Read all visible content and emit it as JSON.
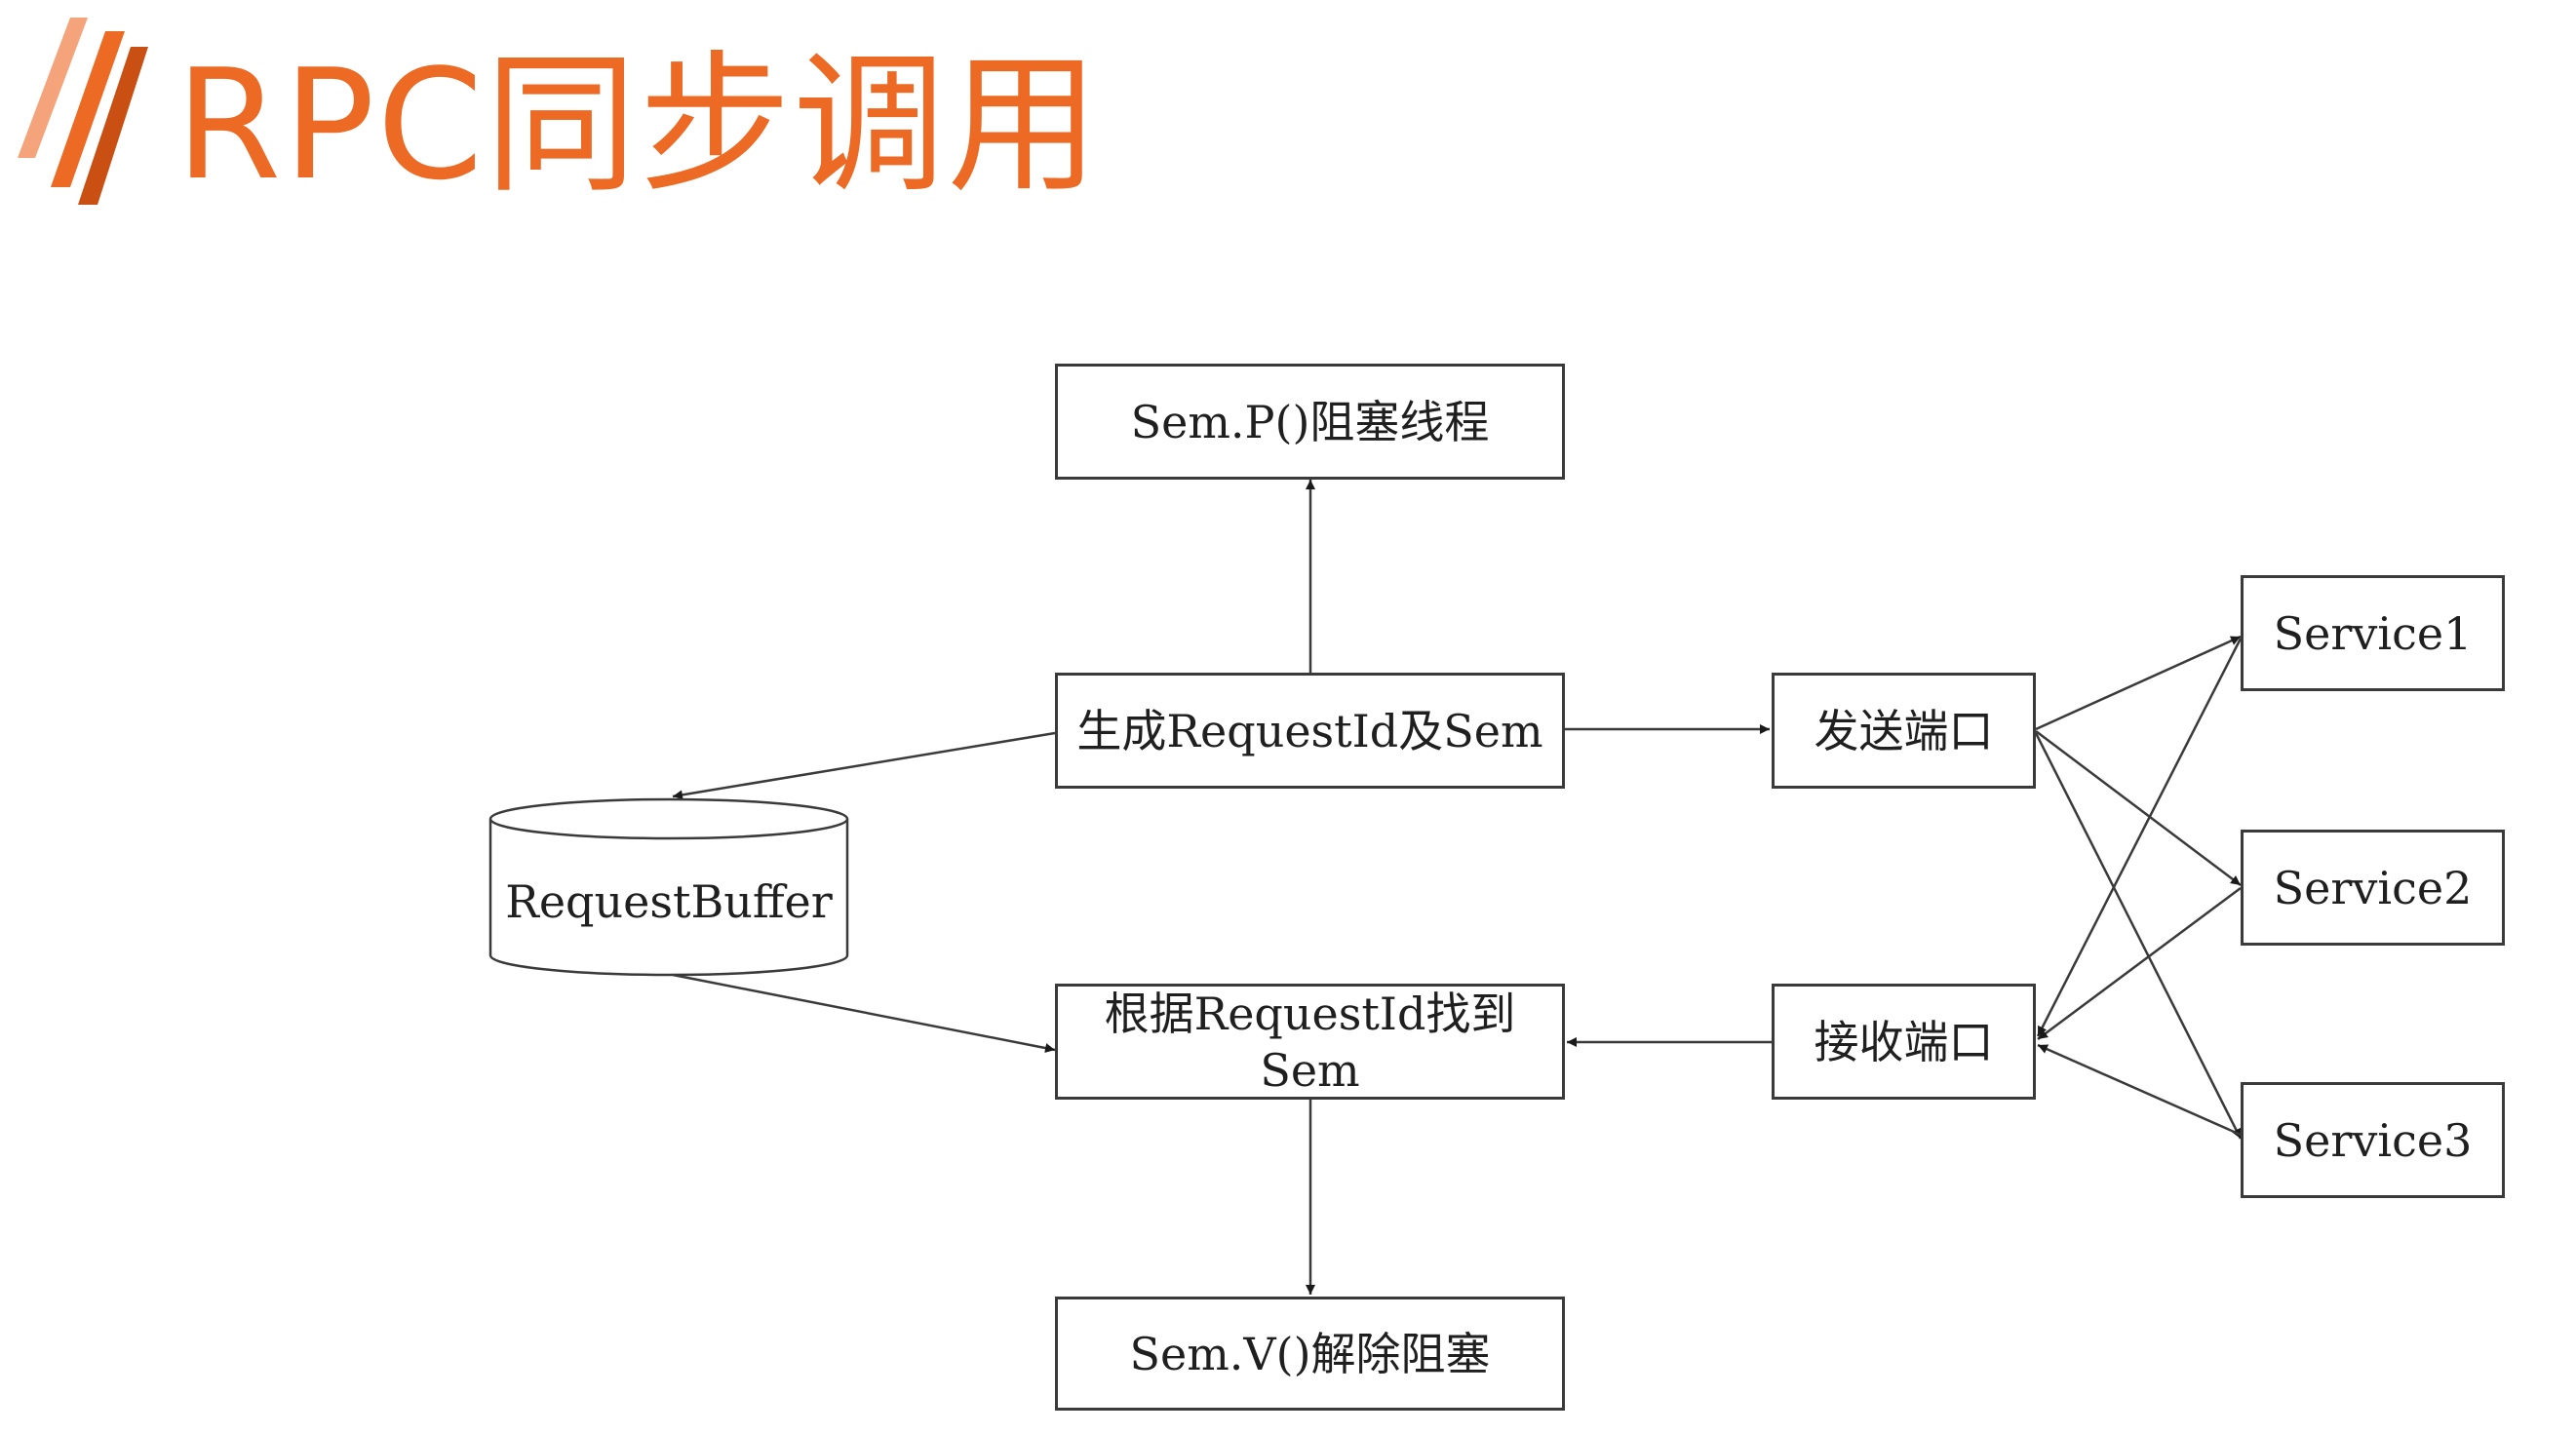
{
  "title": "RPC同步调用",
  "colors": {
    "title": "#ec6a24",
    "title_mark": "#ec6a24",
    "line": "#3a3a3a",
    "annotation": "#d11a1a"
  },
  "nodes": {
    "sem_p": "Sem.P()阻塞线程",
    "generate": "生成RequestId及Sem",
    "send_port": "发送端口",
    "request_buffer": "RequestBuffer",
    "find_sem_line1": "根据RequestId找到",
    "find_sem_line2": "Sem",
    "receive_port": "接收端口",
    "sem_v": "Sem.V()解除阻塞",
    "services": [
      "Service1",
      "Service2",
      "Service3"
    ]
  },
  "edges": [
    {
      "from": "generate",
      "to": "sem_p"
    },
    {
      "from": "generate",
      "to": "send_port"
    },
    {
      "from": "generate",
      "to": "request_buffer"
    },
    {
      "from": "request_buffer",
      "to": "find_sem"
    },
    {
      "from": "receive_port",
      "to": "find_sem"
    },
    {
      "from": "find_sem",
      "to": "sem_v"
    },
    {
      "from": "send_port",
      "to": "Service1"
    },
    {
      "from": "send_port",
      "to": "Service2"
    },
    {
      "from": "send_port",
      "to": "Service3"
    },
    {
      "from": "Service1",
      "to": "receive_port"
    },
    {
      "from": "Service2",
      "to": "receive_port"
    },
    {
      "from": "Service3",
      "to": "receive_port"
    }
  ]
}
